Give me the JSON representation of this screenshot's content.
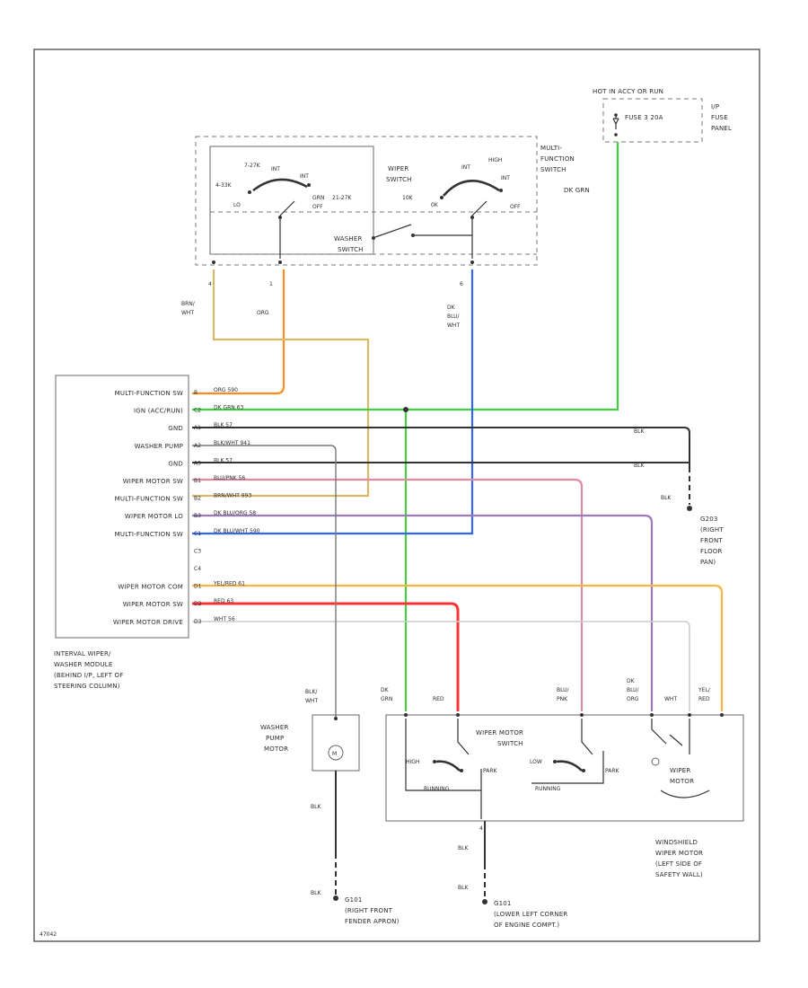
{
  "title_block": {
    "hot_label": "HOT IN ACCY OR RUN",
    "fuse_label": "FUSE 3 20A",
    "panel_label_1": "I/P",
    "panel_label_2": "FUSE",
    "panel_label_3": "PANEL"
  },
  "switch": {
    "name_1": "MULTI-",
    "name_2": "FUNCTION",
    "name_3": "SWITCH",
    "wiper_label_1": "WIPER",
    "wiper_label_2": "SWITCH",
    "washer_label_1": "WASHER",
    "washer_label_2": "SWITCH",
    "left_positions": {
      "p1": "7-27K",
      "p2": "4-33K",
      "p3": "INT",
      "p4": "INT",
      "p5": "LO",
      "p6": "OFF"
    },
    "right_positions": {
      "p1": "21-27K",
      "p2": "10K",
      "p3": "0K",
      "p4": "HIGH",
      "p5": "INT",
      "p6": "INT",
      "p7": "OFF",
      "p8": "GRN"
    },
    "wire_left_1": "BRN/",
    "wire_left_2": "WHT",
    "wire_mid": "ORG",
    "wire_right_1": "DK",
    "wire_right_2": "BLU/",
    "wire_right_3": "WHT",
    "wire_top": "DK GRN",
    "pin_a": "4",
    "pin_b": "1",
    "pin_c": "6"
  },
  "module": {
    "labels": [
      "MULTI-FUNCTION SW",
      "IGN (ACC/RUN)",
      "GND",
      "WASHER PUMP",
      "GND",
      "WIPER MOTOR SW",
      "MULTI-FUNCTION SW",
      "WIPER MOTOR LO",
      "MULTI-FUNCTION SW",
      "",
      "",
      "WIPER MOTOR COM",
      "WIPER MOTOR SW",
      "WIPER MOTOR DRIVE"
    ],
    "pins": [
      "B",
      "C2",
      "A1",
      "A2",
      "A3",
      "B1",
      "B2",
      "B3",
      "C1",
      "C3",
      "C4",
      "D1",
      "D2",
      "D3"
    ],
    "wires": [
      "ORG  590",
      "DK GRN  63",
      "BLK  57",
      "BLK/WHT  941",
      "BLK  57",
      "BLU/PNK  56",
      "BRN/WHT  993",
      "DK BLU/ORG  58",
      "DK BLU/WHT  590",
      "",
      "",
      "YEL/RED  61",
      "RED  63",
      "WHT  56"
    ],
    "desc_1": "INTERVAL WIPER/",
    "desc_2": "WASHER MODULE",
    "desc_3": "(BEHIND I/P, LEFT OF",
    "desc_4": "STEERING COLUMN)"
  },
  "ground_right": {
    "blk_1": "BLK",
    "blk_2": "BLK",
    "blk_3": "BLK",
    "desc_1": "G203",
    "desc_2": "(RIGHT",
    "desc_3": "FRONT",
    "desc_4": "FLOOR",
    "desc_5": "PAN)"
  },
  "pump": {
    "wire_1": "BLK/",
    "wire_2": "WHT",
    "name_1": "WASHER",
    "name_2": "PUMP",
    "name_3": "MOTOR",
    "m": "M",
    "wire_down": "BLK",
    "wire_down_2": "BLK",
    "ground_1": "G101",
    "ground_2": "(RIGHT FRONT",
    "ground_3": "FENDER APRON)"
  },
  "motor": {
    "wires": {
      "a1": "DK",
      "a2": "GRN",
      "b": "RED",
      "c1": "BLU/",
      "c2": "PNK",
      "d1": "DK",
      "d2": "BLU/",
      "d3": "ORG",
      "e": "WHT",
      "f1": "YEL/",
      "f2": "RED"
    },
    "switch_name_1": "WIPER MOTOR",
    "switch_name_2": "SWITCH",
    "high": "HIGH",
    "low": "LOW",
    "park_1": "PARK",
    "park_2": "PARK",
    "running_1": "RUNNING",
    "running_2": "RUNNING",
    "motor_1": "WIPER",
    "motor_2": "MOTOR",
    "pin_4": "4",
    "ground_blk_1": "BLK",
    "ground_blk_2": "BLK",
    "ground_1": "G101",
    "ground_2": "(LOWER LEFT CORNER",
    "ground_3": "OF ENGINE COMPT.)",
    "desc_1": "WINDSHIELD",
    "desc_2": "WIPER MOTOR",
    "desc_3": "(LEFT SIDE OF",
    "desc_4": "SAFETY WALL)"
  },
  "footer_code": "47042",
  "colors": {
    "orange": "#ff8c1a",
    "tan": "#d9b86a",
    "green": "#44cc44",
    "blue": "#3366ee",
    "pink": "#e08aa0",
    "purple": "#9a7ab8",
    "yellow": "#f5b53f",
    "red": "#ff3333"
  }
}
